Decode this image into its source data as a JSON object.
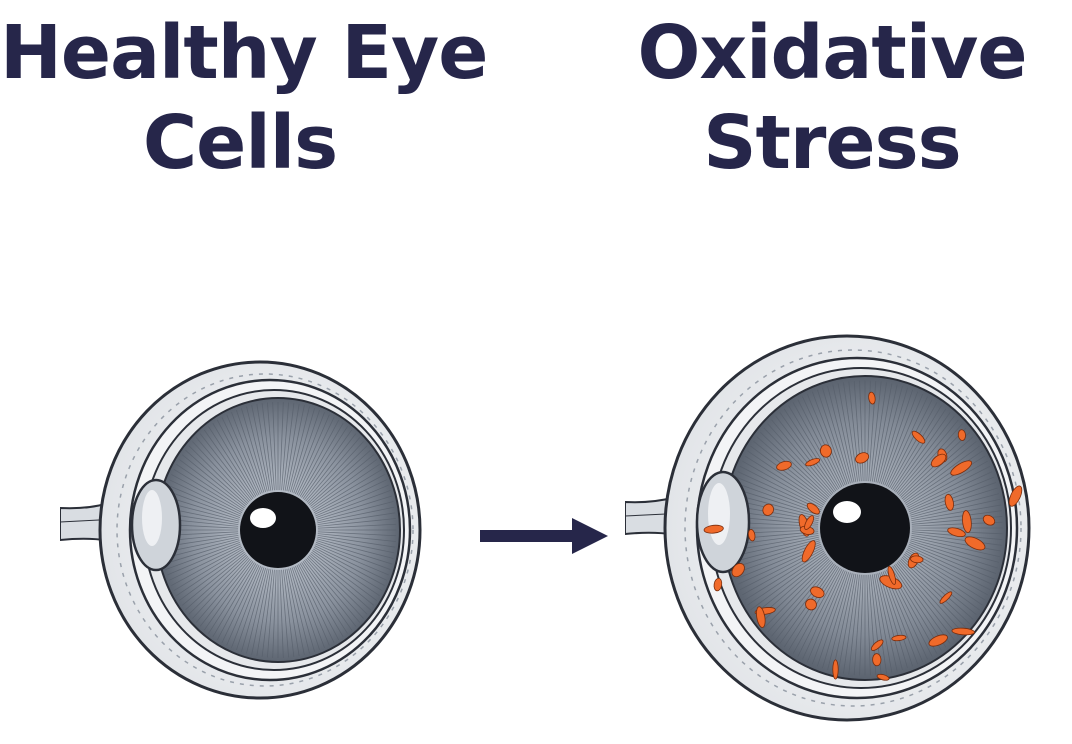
{
  "diagram": {
    "left_panel": {
      "title_line1": "Healthy Eye",
      "title_line2": "Cells"
    },
    "right_panel": {
      "title_line1": "Oxidative",
      "title_line2": "Stress"
    }
  },
  "colors": {
    "title_text": "#26264a",
    "arrow": "#26264a",
    "iris": "#7f8794",
    "sclera_outline": "#2b2f38",
    "damage_spots": "#f06a2a"
  },
  "icons": {
    "left_image": "healthy-eye-illustration",
    "arrow": "right-arrow-icon",
    "right_image": "oxidative-stress-eye-illustration"
  }
}
